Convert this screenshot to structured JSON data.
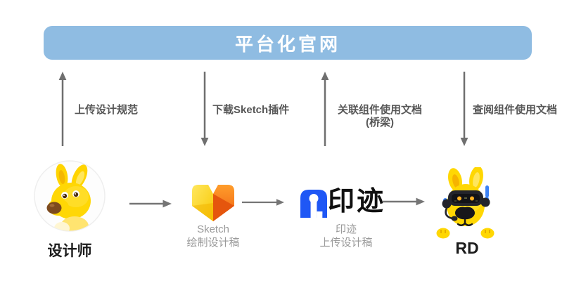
{
  "banner": {
    "title": "平台化官网"
  },
  "connections": [
    {
      "label": "上传设计规范",
      "direction": "up"
    },
    {
      "label": "下载Sketch插件",
      "direction": "down"
    },
    {
      "label": "关联组件使用文档",
      "sublabel": "(桥梁)",
      "direction": "up"
    },
    {
      "label": "查阅组件使用文档",
      "direction": "down"
    }
  ],
  "nodes": {
    "designer": {
      "title": "设计师"
    },
    "sketch": {
      "caption_line1": "Sketch",
      "caption_line2": "绘制设计稿"
    },
    "yinji": {
      "logo_text": "印迹",
      "caption_line1": "印迹",
      "caption_line2": "上传设计稿"
    },
    "rd": {
      "title": "RD"
    }
  },
  "colors": {
    "banner_blue": "#8fbce2",
    "arrow_gray": "#6f6f6f",
    "label_gray": "#575757",
    "caption_gray": "#9a9a9a",
    "yinji_blue": "#1f57f5",
    "mascot_yellow": "#ffd703",
    "sketch_yellow": "#f8c804",
    "sketch_orange": "#ee5d11"
  }
}
